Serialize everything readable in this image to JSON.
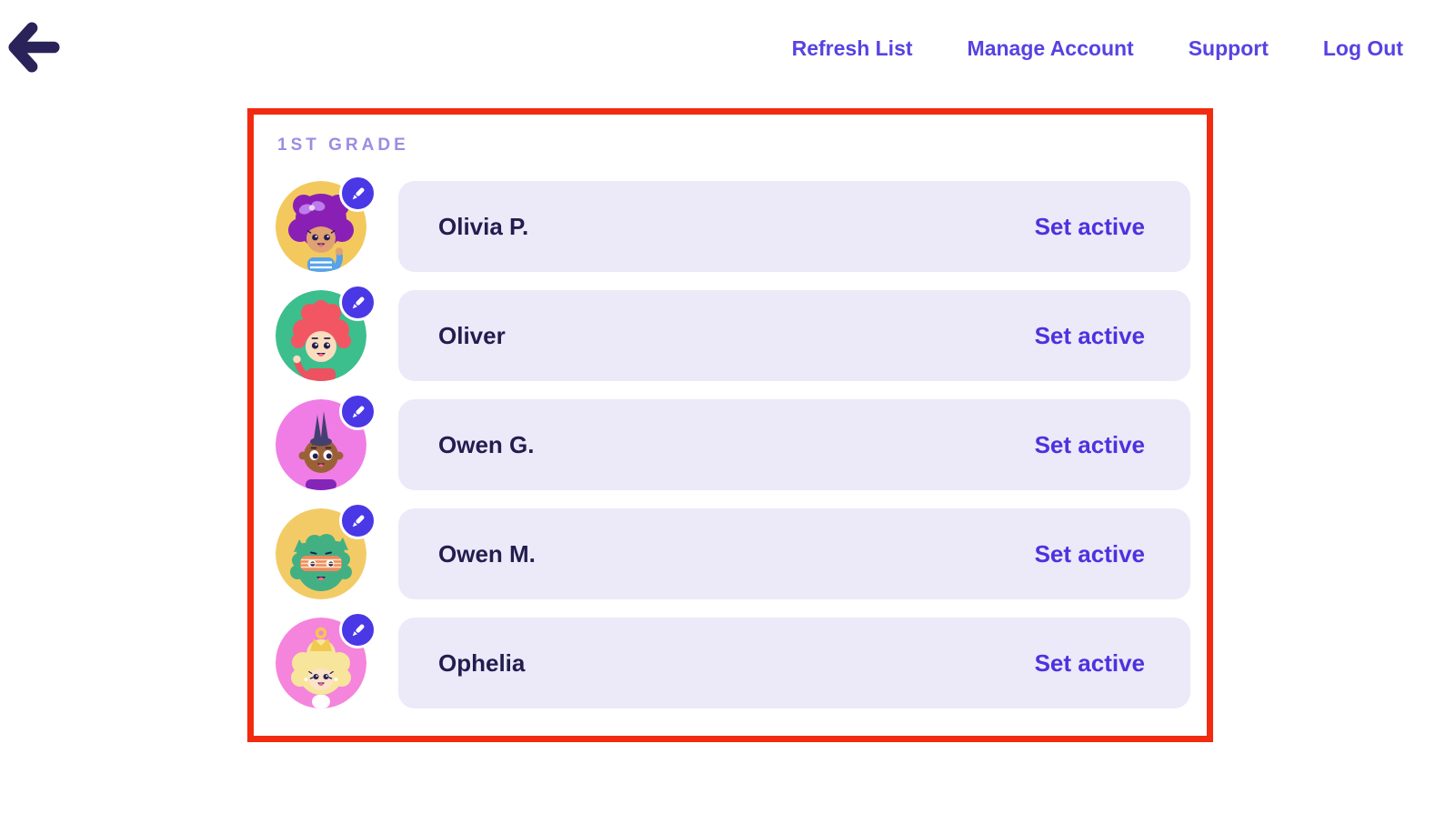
{
  "colors": {
    "nav-purple": "#5742E2",
    "action-purple": "#4E31DE",
    "name-navy": "#231D4F",
    "pill-bg": "#ECE9F9",
    "grade-purple": "#9C8CE2",
    "highlight-red": "#F22A10",
    "badge-indigo": "#4A38E6",
    "back-arrow-navy": "#2A2359"
  },
  "header": {
    "back_icon": "back-arrow-icon",
    "nav_items": [
      {
        "label": "Refresh List"
      },
      {
        "label": "Manage Account"
      },
      {
        "label": "Support"
      },
      {
        "label": "Log Out"
      }
    ]
  },
  "grade": {
    "label": "1ST GRADE"
  },
  "students": [
    {
      "name": "Olivia P.",
      "action_label": "Set active",
      "edit_icon": "pencil-edit-icon",
      "avatar": {
        "type": "girl-afro-bow",
        "description": "girl with purple afro hair and purple bow on yellow circle",
        "colors": {
          "bg": "#F3C95D",
          "primary": "#8A1FB5",
          "skin": "#E0A273",
          "accent": "#BD7CEC",
          "shirt": "#57A3EA"
        }
      }
    },
    {
      "name": "Oliver",
      "action_label": "Set active",
      "edit_icon": "pencil-edit-icon",
      "avatar": {
        "type": "boy-curly",
        "description": "boy with curly red hair waving on green circle",
        "colors": {
          "bg": "#3DBE8D",
          "primary": "#F25663",
          "skin": "#F9DDBE",
          "shirt": "#EE5160"
        }
      }
    },
    {
      "name": "Owen G.",
      "action_label": "Set active",
      "edit_icon": "pencil-edit-icon",
      "avatar": {
        "type": "boy-mohawk",
        "description": "boy with dark mohawk on pink circle",
        "colors": {
          "bg": "#F07DE6",
          "primary": "#434070",
          "skin": "#9B6136",
          "shirt": "#8326B8"
        }
      }
    },
    {
      "name": "Owen M.",
      "action_label": "Set active",
      "edit_icon": "pencil-edit-icon",
      "avatar": {
        "type": "monster-glasses",
        "description": "green furry monster with orange shutter glasses on yellow circle",
        "colors": {
          "bg": "#F3CB66",
          "primary": "#43B083",
          "accent": "#EE8A5E"
        }
      }
    },
    {
      "name": "Ophelia",
      "action_label": "Set active",
      "edit_icon": "pencil-edit-icon",
      "avatar": {
        "type": "girl-crown",
        "description": "blonde girl with yellow crown on pink circle",
        "colors": {
          "bg": "#F584DC",
          "primary": "#F8E59C",
          "skin": "#FBE2C8",
          "accent": "#F1C94F",
          "shirt": "#FFFFFF"
        }
      }
    }
  ]
}
